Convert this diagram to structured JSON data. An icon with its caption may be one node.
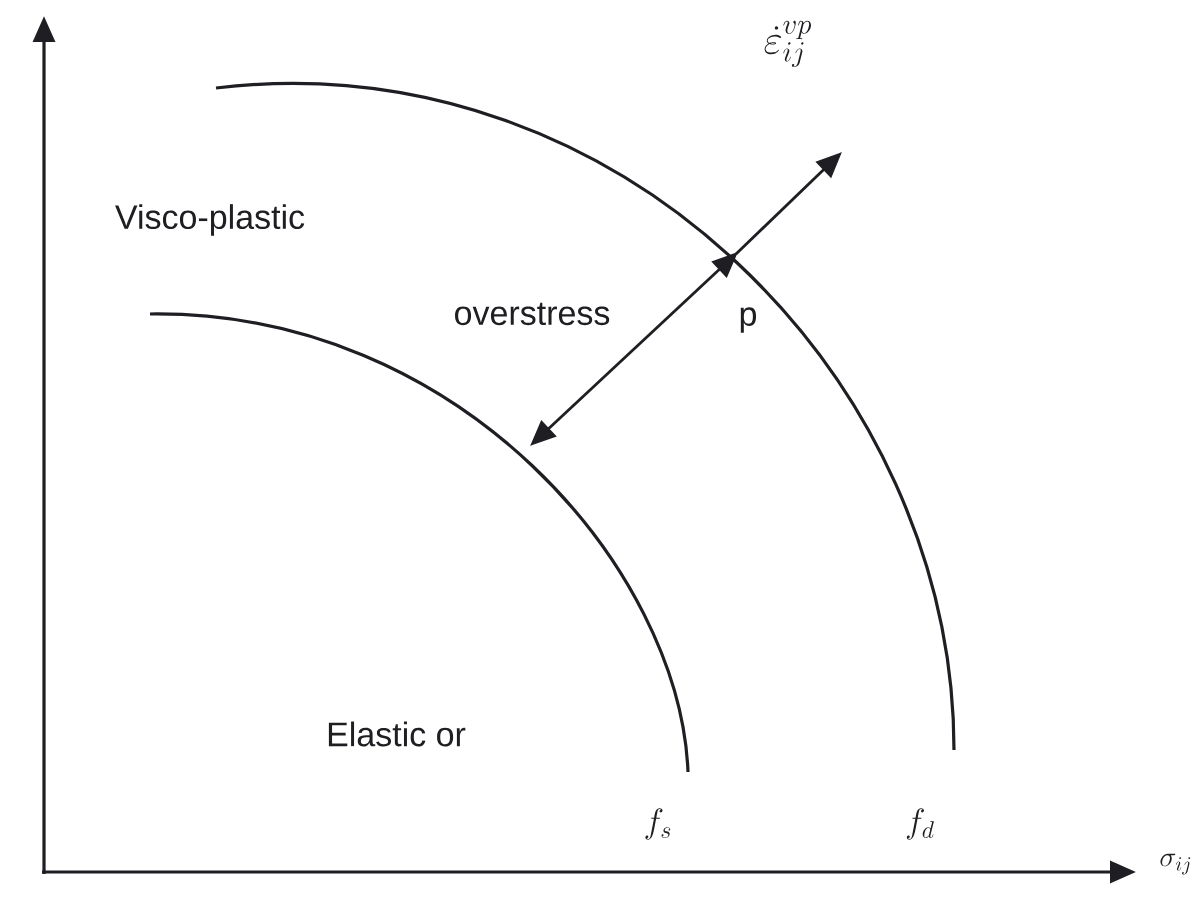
{
  "diagram": {
    "labels": [
      "\\dot{\\varepsilon}_{ij}^{vp}",
      "Visco-plastic",
      "overstress",
      "p",
      "Elastic or",
      "f_s",
      "f_d",
      "\\sigma_{ij}"
    ]
  }
}
